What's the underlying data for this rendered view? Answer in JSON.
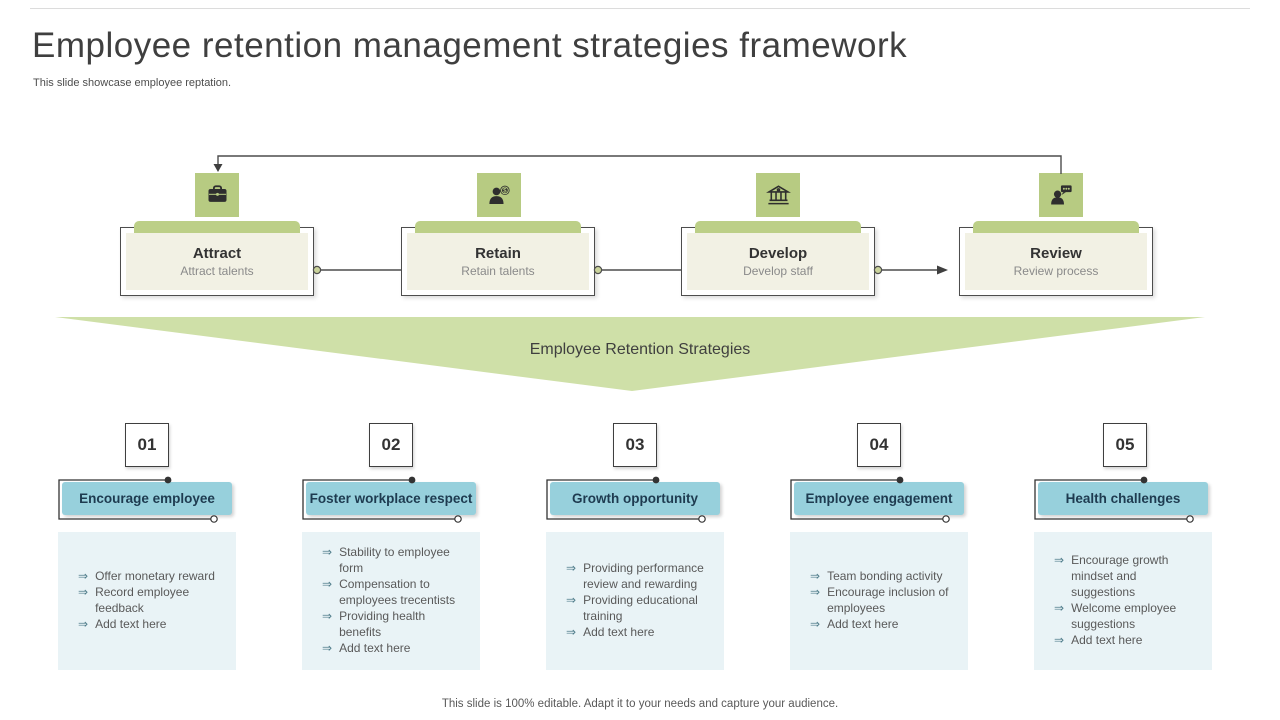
{
  "slide": {
    "title": "Employee retention management strategies framework",
    "subtitle": "This slide showcase employee reptation.",
    "banner": "Employee Retention Strategies",
    "footer": "This slide is 100% editable. Adapt it to your needs and capture your audience."
  },
  "stages": [
    {
      "title": "Attract",
      "subtitle": "Attract talents",
      "icon": "briefcase-icon"
    },
    {
      "title": "Retain",
      "subtitle": "Retain talents",
      "icon": "person-dollar-icon"
    },
    {
      "title": "Develop",
      "subtitle": "Develop staff",
      "icon": "bank-icon"
    },
    {
      "title": "Review",
      "subtitle": "Review process",
      "icon": "person-speech-icon"
    }
  ],
  "strategies": [
    {
      "number": "01",
      "title": "Encourage employee",
      "bullets": [
        "Offer monetary reward",
        "Record employee feedback",
        "Add text here"
      ]
    },
    {
      "number": "02",
      "title": "Foster workplace respect",
      "bullets": [
        "Stability to employee form",
        "Compensation to employees trecentists",
        "Providing health benefits",
        "Add text here"
      ]
    },
    {
      "number": "03",
      "title": "Growth opportunity",
      "bullets": [
        "Providing performance review and rewarding",
        "Providing educational training",
        "Add text here"
      ]
    },
    {
      "number": "04",
      "title": "Employee engagement",
      "bullets": [
        "Team bonding activity",
        "Encourage inclusion of employees",
        "Add text here"
      ]
    },
    {
      "number": "05",
      "title": "Health challenges",
      "bullets": [
        "Encourage growth mindset and suggestions",
        "Welcome employee suggestions",
        "Add text here"
      ]
    }
  ],
  "colors": {
    "stage_green": "#b7cb82",
    "tab_green": "#bccf87",
    "banner_green": "#cfe0a8",
    "header_blue": "#97d0dc",
    "navy_text": "#1e3b50",
    "panel_ivory": "#f2f1e4",
    "content_blue": "#e9f3f6",
    "line_gray": "#4d4d4d"
  }
}
